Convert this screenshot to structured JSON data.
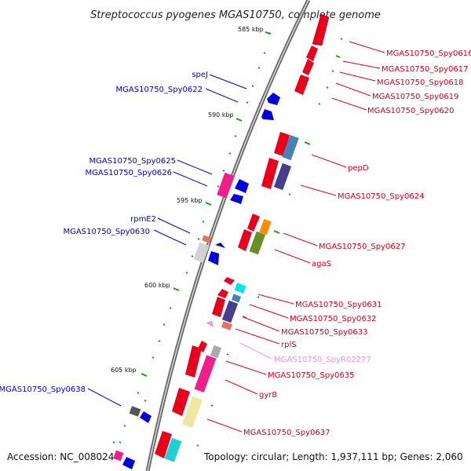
{
  "title": "Streptococcus pyogenes MGAS10750, complete genome",
  "footer": {
    "accession": "Accession: NC_008024",
    "stats": "Topology: circular; Length: 1,937,111 bp; Genes: 2,060"
  },
  "scale": {
    "ticks": [
      "585 kbp",
      "590 kbp",
      "595 kbp",
      "600 kbp",
      "605 kbp"
    ]
  },
  "genes": {
    "right": [
      {
        "name": "MGAS10750_Spy0616",
        "color": "#e8001c"
      },
      {
        "name": "MGAS10750_Spy0617",
        "color": "#e8001c"
      },
      {
        "name": "MGAS10750_Spy0618",
        "color": "#e8001c"
      },
      {
        "name": "MGAS10750_Spy0619",
        "color": "#e8001c"
      },
      {
        "name": "MGAS10750_Spy0620",
        "color": "#e8001c"
      },
      {
        "name": "pepD",
        "color": "#e8001c"
      },
      {
        "name": "MGAS10750_Spy0624",
        "color": "#e8001c"
      },
      {
        "name": "MGAS10750_Spy0627",
        "color": "#e8001c"
      },
      {
        "name": "agaS",
        "color": "#e8001c"
      },
      {
        "name": "MGAS10750_Spy0631",
        "color": "#e8001c"
      },
      {
        "name": "MGAS10750_Spy0632",
        "color": "#e8001c"
      },
      {
        "name": "MGAS10750_Spy0633",
        "color": "#e8001c"
      },
      {
        "name": "rplS",
        "color": "#e8001c"
      },
      {
        "name": "MGAS10750_SpyR02277",
        "color": "#f598c4"
      },
      {
        "name": "MGAS10750_Spy0635",
        "color": "#e8001c"
      },
      {
        "name": "gyrB",
        "color": "#e8001c"
      },
      {
        "name": "MGAS10750_Spy0637",
        "color": "#e8001c"
      }
    ],
    "left": [
      {
        "name": "speJ",
        "color": "#0000dd"
      },
      {
        "name": "MGAS10750_Spy0622",
        "color": "#0000dd"
      },
      {
        "name": "MGAS10750_Spy0625",
        "color": "#0000dd"
      },
      {
        "name": "MGAS10750_Spy0626",
        "color": "#0000dd"
      },
      {
        "name": "rpmE2",
        "color": "#0000dd"
      },
      {
        "name": "MGAS10750_Spy0630",
        "color": "#0000dd"
      },
      {
        "name": "MGAS10750_Spy0638",
        "color": "#0000dd"
      }
    ]
  }
}
